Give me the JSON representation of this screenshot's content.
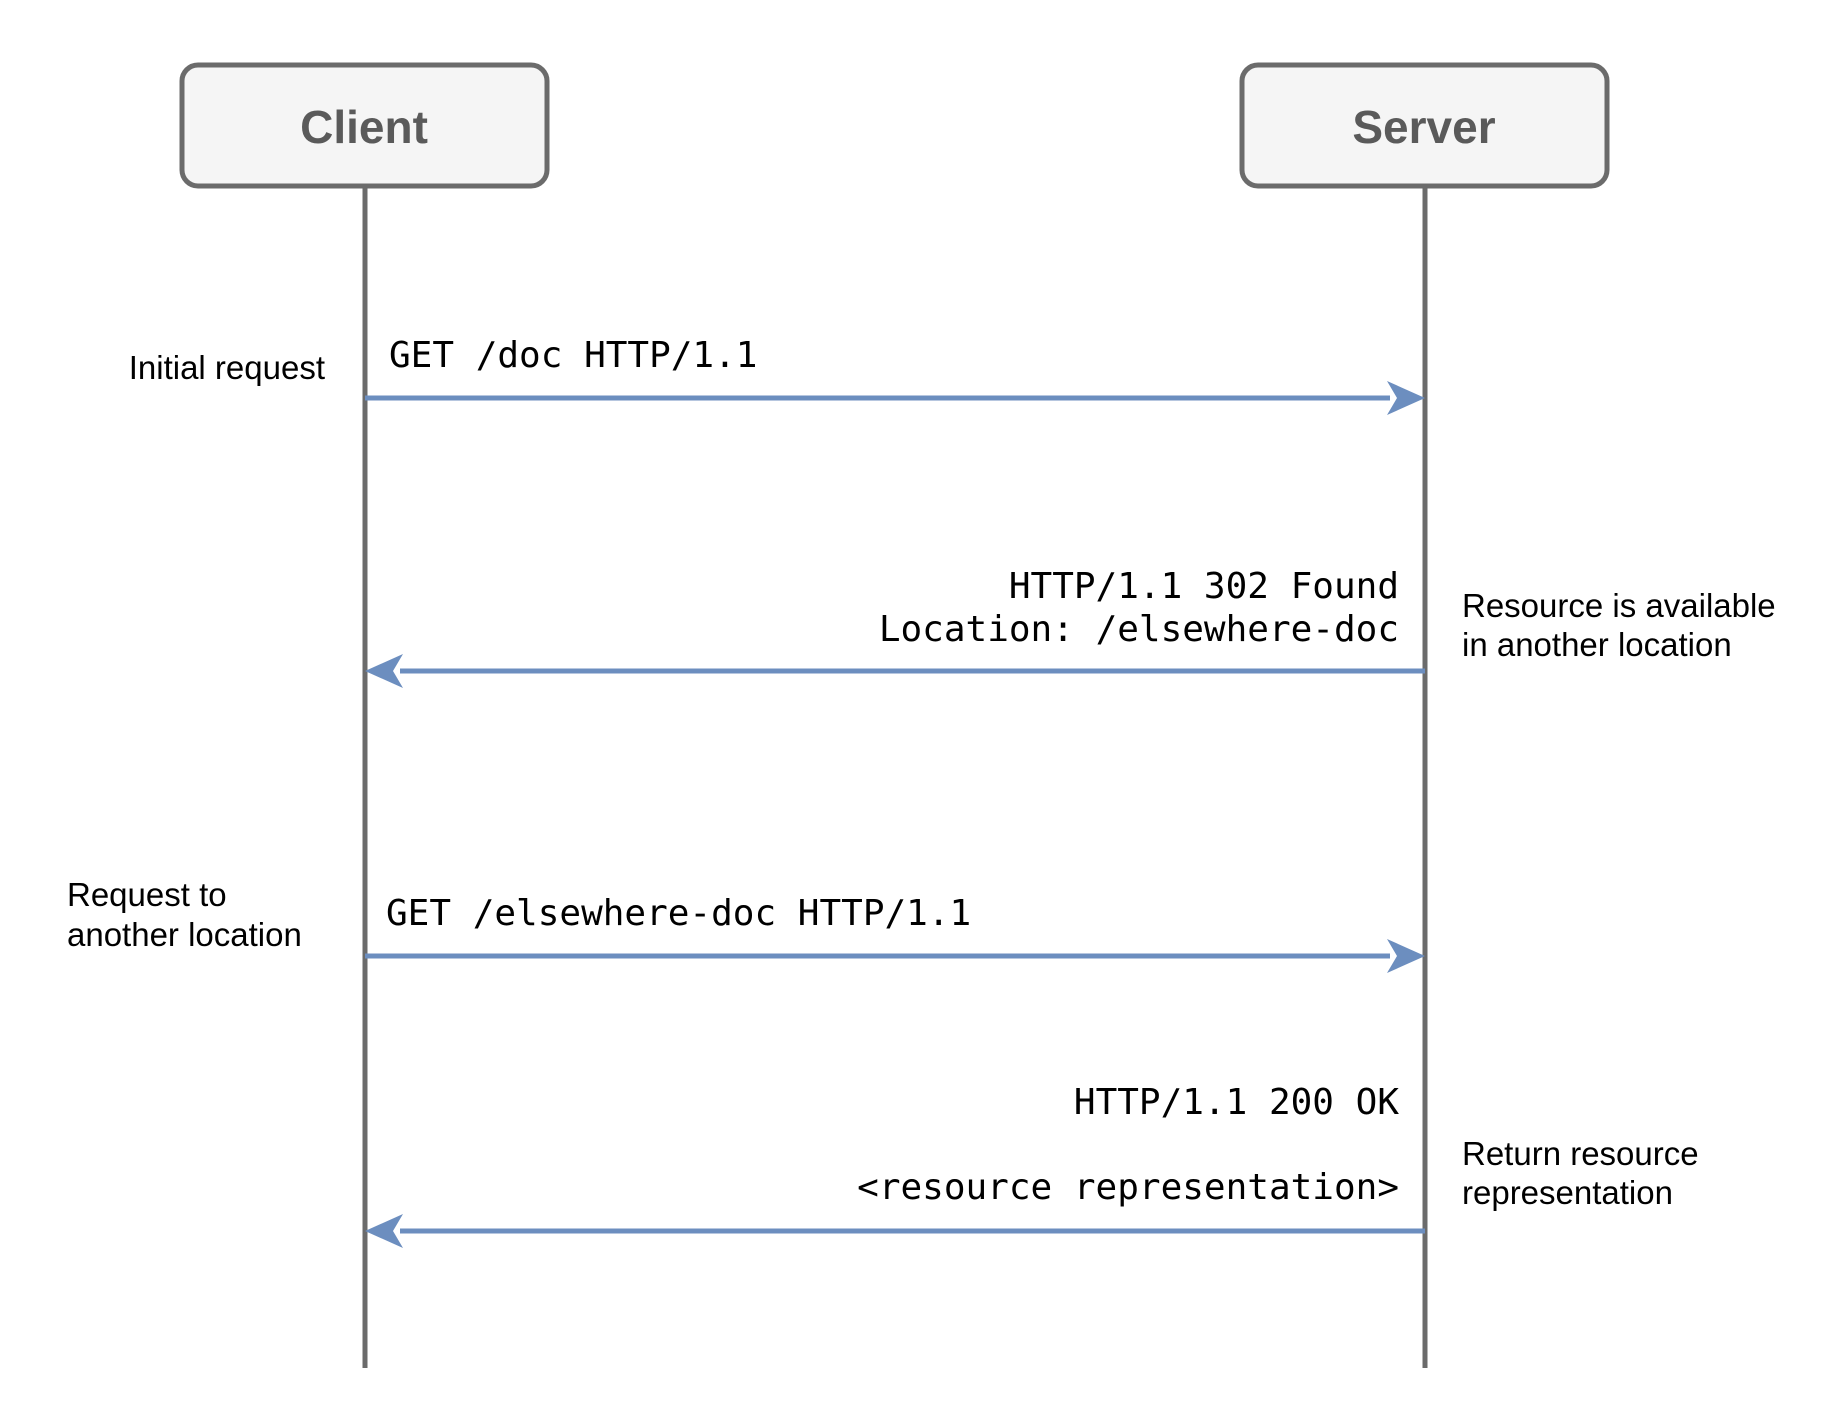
{
  "actors": {
    "client": "Client",
    "server": "Server"
  },
  "messages": [
    {
      "direction": "client-to-server",
      "lines": [
        "GET /doc HTTP/1.1"
      ],
      "note": [
        "Initial request"
      ]
    },
    {
      "direction": "server-to-client",
      "lines": [
        "HTTP/1.1 302 Found",
        "Location: /elsewhere-doc"
      ],
      "note": [
        "Resource is available",
        "in another location"
      ]
    },
    {
      "direction": "client-to-server",
      "lines": [
        "GET /elsewhere-doc HTTP/1.1"
      ],
      "note": [
        "Request to",
        "another location"
      ]
    },
    {
      "direction": "server-to-client",
      "lines": [
        "HTTP/1.1 200 OK",
        "",
        "<resource representation>"
      ],
      "note": [
        "Return resource",
        "representation"
      ]
    }
  ],
  "colors": {
    "arrow": "#6c8ebf",
    "lifeline": "#6b6b6b",
    "actor_fill": "#f5f5f5",
    "actor_text": "#5a5a5a"
  }
}
